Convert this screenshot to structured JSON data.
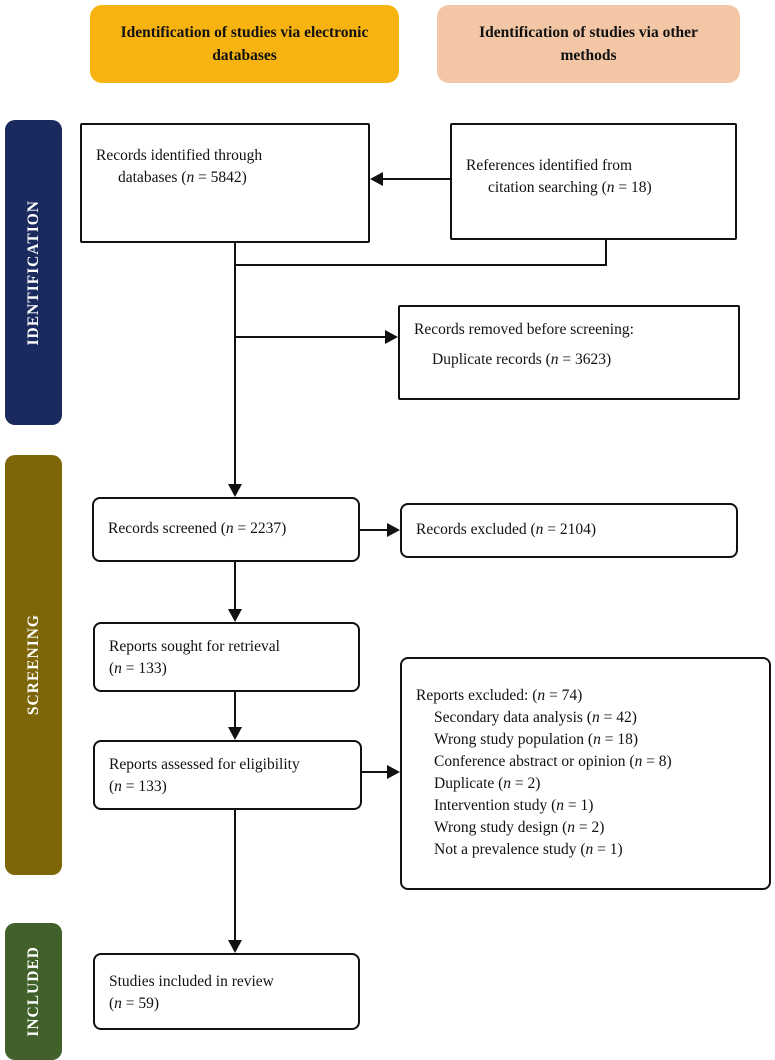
{
  "headers": {
    "electronic": "Identification of studies via electronic databases",
    "other": "Identification of studies via other methods"
  },
  "stages": {
    "identification": "IDENTIFICATION",
    "screening": "SCREENING",
    "included": "INCLUDED"
  },
  "boxes": {
    "records_identified": {
      "line1": "Records identified through",
      "line2": "databases (n = 5842)"
    },
    "references_citation": {
      "line1": "References identified from",
      "line2": "citation searching (n = 18)"
    },
    "records_removed": {
      "line1": "Records removed before screening:",
      "line2": "Duplicate records (n = 3623)"
    },
    "records_screened": {
      "text": "Records screened (n = 2237)"
    },
    "records_excluded": {
      "text": "Records excluded (n = 2104)"
    },
    "reports_sought": {
      "line1": "Reports sought for retrieval",
      "line2": "(n = 133)"
    },
    "reports_assessed": {
      "line1": "Reports assessed for eligibility",
      "line2": "(n = 133)"
    },
    "reports_excluded": {
      "title": "Reports excluded: (n = 74)",
      "items": [
        "Secondary data analysis (n = 42)",
        "Wrong study population (n = 18)",
        "Conference abstract or opinion (n = 8)",
        "Duplicate (n = 2)",
        "Intervention study (n = 1)",
        "Wrong study design (n = 2)",
        "Not a prevalence study (n = 1)"
      ]
    },
    "studies_included": {
      "line1": "Studies included in review",
      "line2": "(n = 59)"
    }
  },
  "colors": {
    "header_electronic_bg": "#f7b410",
    "header_other_bg": "#f3c7a5",
    "stage_identification_bg": "#1b2a5e",
    "stage_screening_bg": "#7d6608",
    "stage_included_bg": "#42612a",
    "box_border": "#111111",
    "text": "#111111"
  }
}
